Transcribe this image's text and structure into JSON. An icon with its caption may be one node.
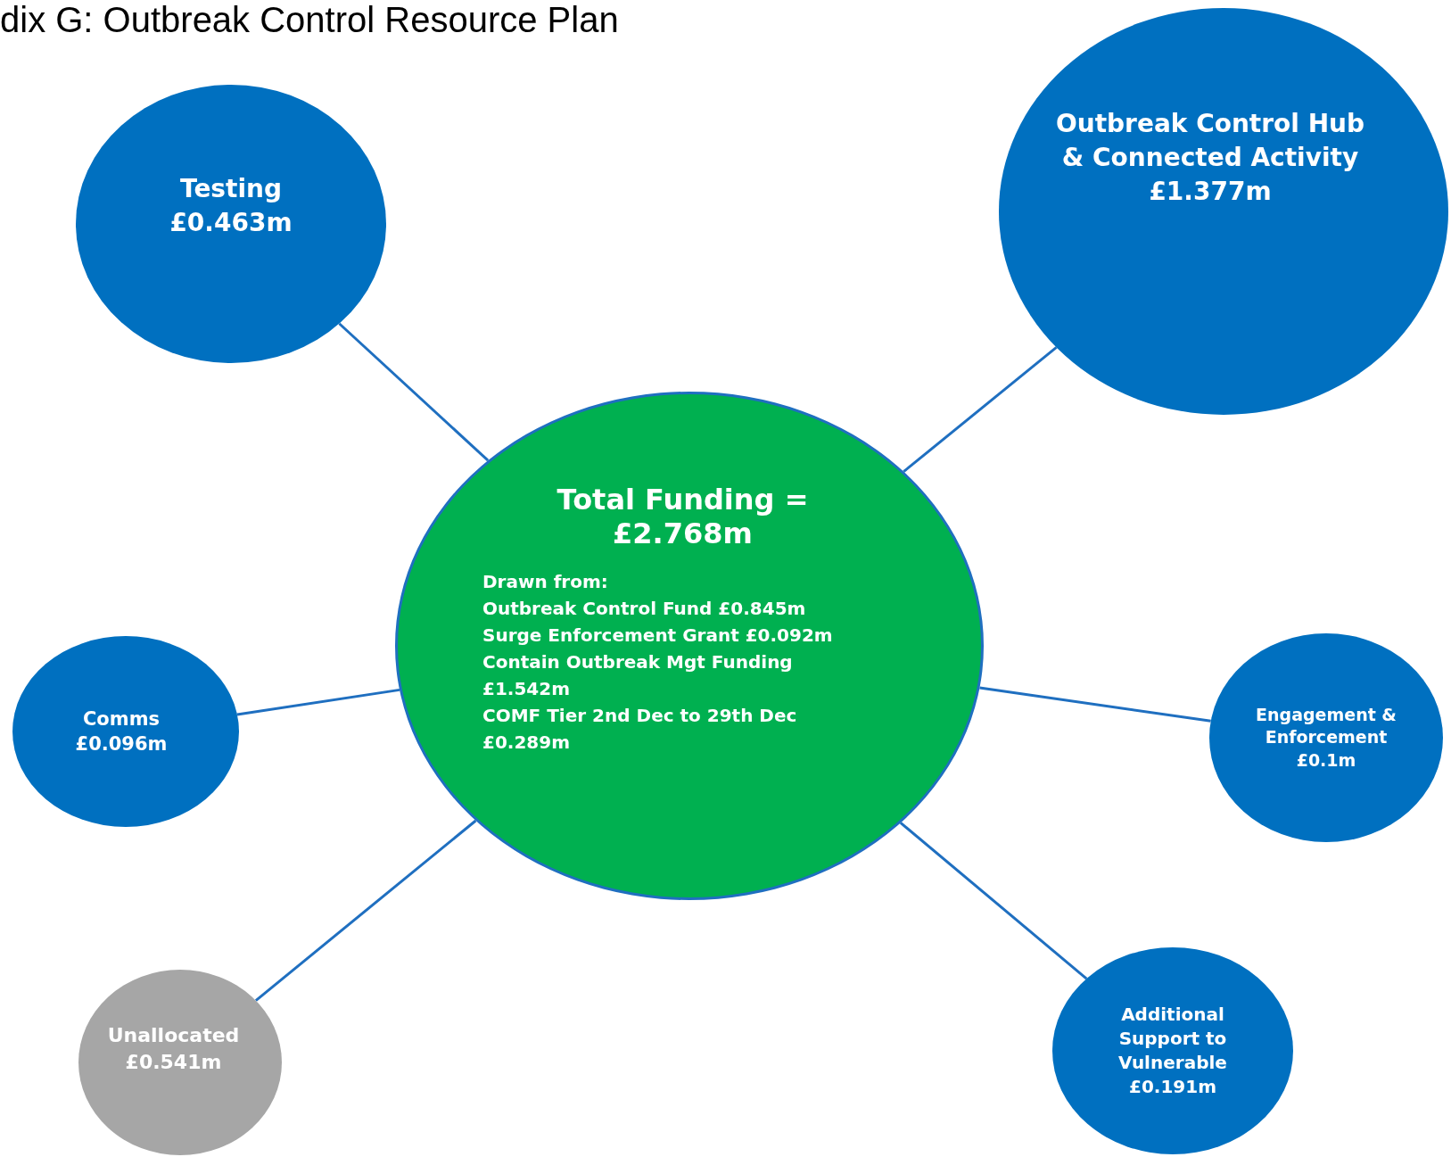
{
  "diagram": {
    "title": "dix G: Outbreak Control Resource Plan",
    "nodes": [
      {
        "text": [
          "Total Funding = £2.768m",
          "Drawn from:",
          "Outbreak Control Fund £0.845m",
          "Surge Enforcement Grant £0.092m",
          "Contain Outbreak Mgt Funding £1.542m",
          "COMF Tier 2nd Dec to 29th Dec £0.289m"
        ]
      },
      {
        "text": [
          "Testing",
          "£0.463m"
        ]
      },
      {
        "text": [
          "Outbreak Control Hub & Connected Activity",
          "£1.377m"
        ]
      },
      {
        "text": [
          "Comms",
          "£0.096m"
        ]
      },
      {
        "text": [
          "Engagement & Enforcement",
          "£0.1m"
        ]
      },
      {
        "text": [
          "Unallocated",
          "£0.541m"
        ]
      },
      {
        "text": [
          "Additional Support to Vulnerable",
          "£0.191m"
        ]
      }
    ],
    "edges": [
      {
        "from": 0,
        "to": 1,
        "arrow": "none"
      },
      {
        "from": 0,
        "to": 2,
        "arrow": "none"
      },
      {
        "from": 0,
        "to": 3,
        "arrow": "none"
      },
      {
        "from": 0,
        "to": 4,
        "arrow": "none"
      },
      {
        "from": 0,
        "to": 5,
        "arrow": "none"
      },
      {
        "from": 0,
        "to": 6,
        "arrow": "none"
      }
    ]
  }
}
